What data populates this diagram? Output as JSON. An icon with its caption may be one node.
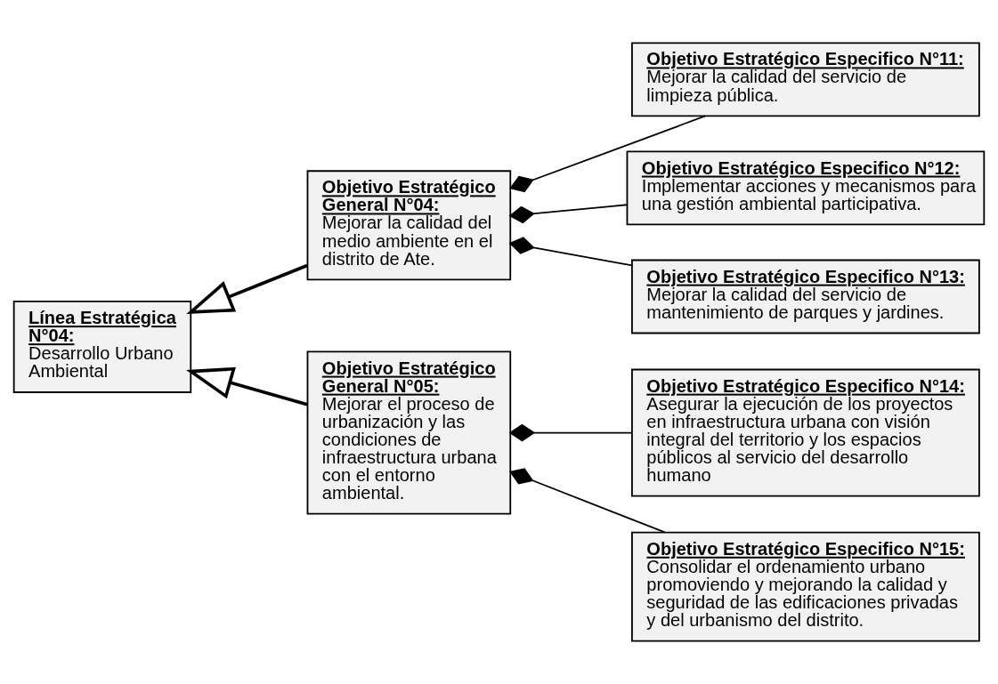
{
  "diagram": {
    "nodes": [
      {
        "text": [
          "Línea Estratégica N°04:",
          "Desarrollo Urbano Ambiental"
        ]
      },
      {
        "text": [
          "Objetivo Estratégico General N°04:",
          "Mejorar la calidad del medio ambiente en el distrito de Ate."
        ]
      },
      {
        "text": [
          "Objetivo Estratégico Especifico N°11:",
          "Mejorar la calidad del servicio de limpieza pública."
        ]
      },
      {
        "text": [
          "Objetivo Estratégico Especifico N°12:",
          "Implementar acciones y mecanismos para una gestión ambiental participativa."
        ]
      },
      {
        "text": [
          "Objetivo Estratégico Especifico N°13:",
          "Mejorar la calidad del servicio de mantenimiento de parques y jardines."
        ]
      },
      {
        "text": [
          "Objetivo Estratégico General N°05:",
          "Mejorar el proceso de urbanización y las condiciones de infraestructura urbana con el entorno ambiental."
        ]
      },
      {
        "text": [
          "Objetivo Estratégico Especifico N°14:",
          "Asegurar la ejecución de los proyectos en infraestructura urbana con visión integral del territorio y los espacios públicos al servicio del desarrollo humano"
        ]
      },
      {
        "text": [
          "Objetivo Estratégico Especifico N°15:",
          "Consolidar el ordenamiento urbano promoviendo y mejorando la calidad y seguridad de las edificaciones privadas y del urbanismo del distrito."
        ]
      }
    ],
    "edges": [
      {
        "from": 1,
        "to": 0,
        "arrow": "to",
        "style": "thick"
      },
      {
        "from": 5,
        "to": 0,
        "arrow": "to",
        "style": "thick"
      },
      {
        "from": 2,
        "to": 1,
        "arrow": "other"
      },
      {
        "from": 3,
        "to": 1,
        "arrow": "other"
      },
      {
        "from": 4,
        "to": 1,
        "arrow": "other"
      },
      {
        "from": 6,
        "to": 5,
        "arrow": "other"
      },
      {
        "from": 7,
        "to": 5,
        "arrow": "other"
      }
    ]
  }
}
